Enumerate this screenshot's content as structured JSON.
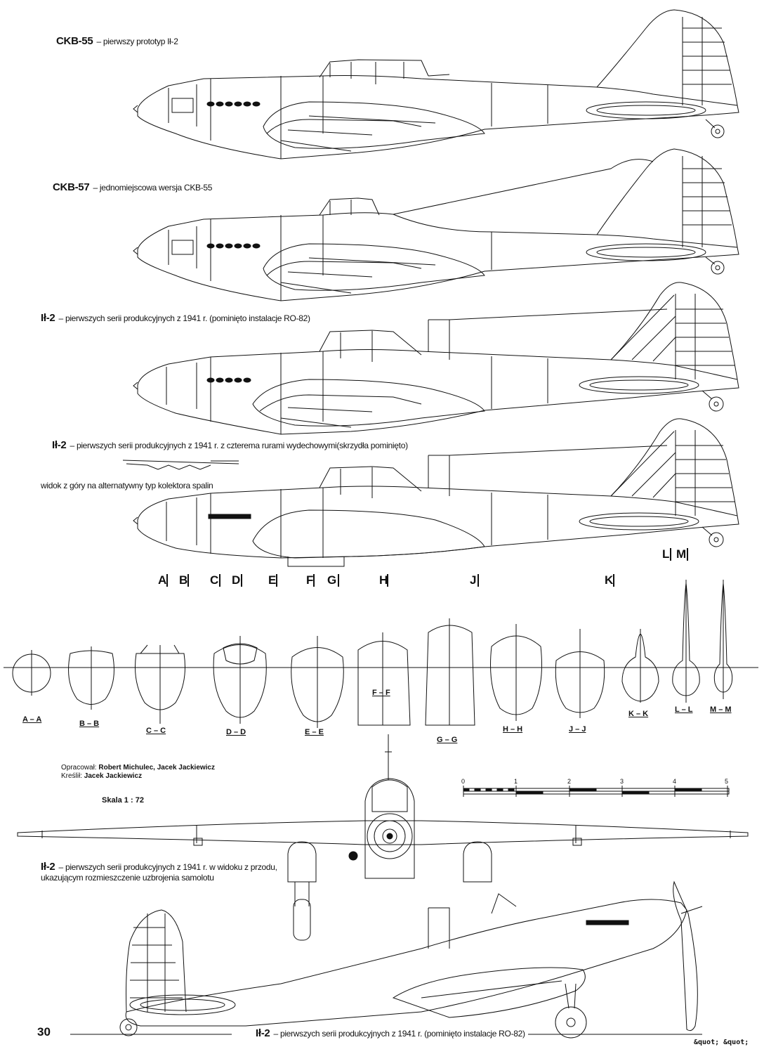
{
  "captions": {
    "ckb55": {
      "model": "CKB-55",
      "text": "– pierwszy prototyp Ił-2"
    },
    "ckb57": {
      "model": "CKB-57",
      "text": "– jednomiejscowa wersja CKB-55"
    },
    "il2_a": {
      "model": "Ił-2",
      "text": "– pierwszych serii produkcyjnych z 1941 r. (pominięto instalacje RO-82)"
    },
    "il2_b": {
      "model": "Ił-2",
      "text": "– pierwszych serii produkcyjnych z 1941 r. z czterema rurami wydechowymi(skrzydła pominięto)"
    },
    "exhaust_note": "widok z góry na alternatywny typ kolektora spalin",
    "front": {
      "model": "Ił-2",
      "line1": "– pierwszych serii produkcyjnych z 1941 r. w widoku z przodu,",
      "line2": "ukazującym rozmieszczenie uzbrojenia samolotu"
    },
    "bottom": {
      "model": "Ił-2",
      "text": "– pierwszych serii produkcyjnych z 1941 r. (pominięto instalacje RO-82)"
    }
  },
  "station_letters": [
    "A",
    "B",
    "C",
    "D",
    "E",
    "F",
    "G",
    "H",
    "J",
    "K",
    "L",
    "M"
  ],
  "sections": [
    "A – A",
    "B – B",
    "C – C",
    "D – D",
    "E – E",
    "F – F",
    "G – G",
    "H – H",
    "J – J",
    "K – K",
    "L – L",
    "M – M"
  ],
  "credits": {
    "prepared_label": "Opracował:",
    "prepared_by": "Robert Michulec, Jacek Jackiewicz",
    "drawn_label": "Kreślił:",
    "drawn_by": "Jacek Jackiewicz"
  },
  "scale": {
    "label": "Skala 1 : 72",
    "ticks": [
      "0",
      "1",
      "2",
      "3",
      "4",
      "5"
    ]
  },
  "page_number": "30",
  "footer_mark": "&quot; &quot;"
}
